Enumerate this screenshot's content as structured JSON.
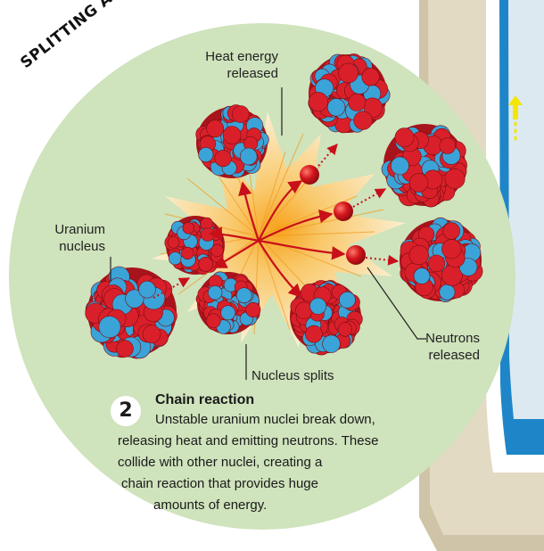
{
  "title": "SPLITTING ATOMS",
  "labels": {
    "heat_line1": "Heat energy",
    "heat_line2": "released",
    "uranium_line1": "Uranium",
    "uranium_line2": "nucleus",
    "nucleus_splits": "Nucleus splits",
    "neutrons_line1": "Neutrons",
    "neutrons_line2": "released"
  },
  "step": {
    "number": "2",
    "heading": "Chain reaction",
    "lines": [
      "Unstable uranium nuclei break down,",
      "releasing heat and emitting neutrons. These",
      "collide with other nuclei, creating a",
      "chain reaction that provides huge",
      "amounts of energy."
    ]
  },
  "colors": {
    "disc": "#cfe3bc",
    "nucleus_red": "#d9202a",
    "nucleus_blue": "#3aa3d8",
    "neutron": "#d4161c",
    "arrow": "#c8101a",
    "flash": "#f9e9c2",
    "background_sand": "#ddd3ba",
    "panel_blue": "#1e86c8",
    "panel_arrow": "#f3e600"
  },
  "icons": {
    "panel_arrow": "up-arrow-icon"
  }
}
